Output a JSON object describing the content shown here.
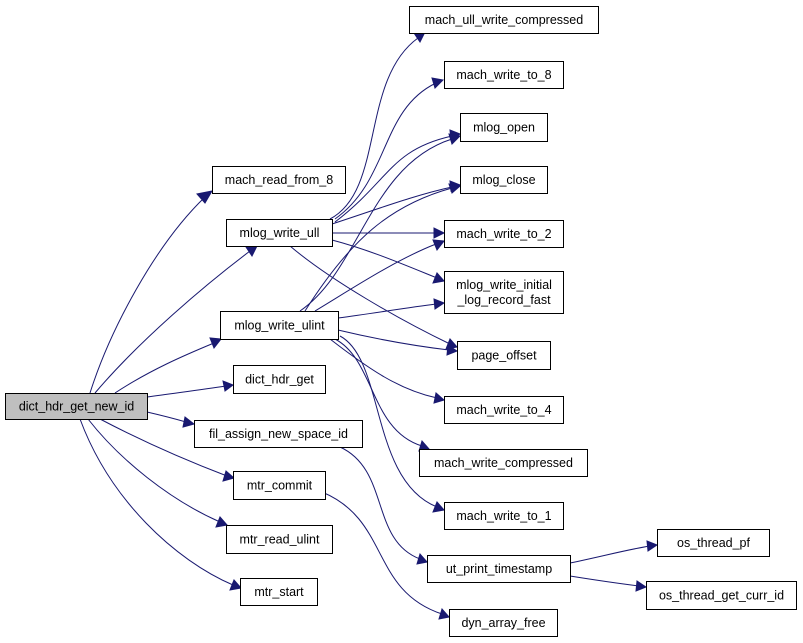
{
  "graph": {
    "colors": {
      "edge": "#191970",
      "root_fill": "#bfbfbf",
      "node_fill": "#ffffff"
    },
    "nodes": {
      "dict_hdr_get_new_id": [
        "dict_hdr_get_new_id"
      ],
      "mach_read_from_8": [
        "mach_read_from_8"
      ],
      "mlog_write_ull": [
        "mlog_write_ull"
      ],
      "mlog_write_ulint": [
        "mlog_write_ulint"
      ],
      "dict_hdr_get": [
        "dict_hdr_get"
      ],
      "fil_assign_new_space_id": [
        "fil_assign_new_space_id"
      ],
      "mtr_commit": [
        "mtr_commit"
      ],
      "mtr_read_ulint": [
        "mtr_read_ulint"
      ],
      "mtr_start": [
        "mtr_start"
      ],
      "mach_ull_write_compressed": [
        "mach_ull_write_compressed"
      ],
      "mach_write_to_8": [
        "mach_write_to_8"
      ],
      "mlog_open": [
        "mlog_open"
      ],
      "mlog_close": [
        "mlog_close"
      ],
      "mach_write_to_2": [
        "mach_write_to_2"
      ],
      "mlog_write_initial_log_record_fast": [
        "mlog_write_initial",
        "_log_record_fast"
      ],
      "page_offset": [
        "page_offset"
      ],
      "mach_write_to_4": [
        "mach_write_to_4"
      ],
      "mach_write_compressed": [
        "mach_write_compressed"
      ],
      "mach_write_to_1": [
        "mach_write_to_1"
      ],
      "ut_print_timestamp": [
        "ut_print_timestamp"
      ],
      "dyn_array_free": [
        "dyn_array_free"
      ],
      "os_thread_pf": [
        "os_thread_pf"
      ],
      "os_thread_get_curr_id": [
        "os_thread_get_curr_id"
      ]
    },
    "edges": [
      [
        "dict_hdr_get_new_id",
        "mach_read_from_8"
      ],
      [
        "dict_hdr_get_new_id",
        "mlog_write_ull"
      ],
      [
        "dict_hdr_get_new_id",
        "mlog_write_ulint"
      ],
      [
        "dict_hdr_get_new_id",
        "dict_hdr_get"
      ],
      [
        "dict_hdr_get_new_id",
        "fil_assign_new_space_id"
      ],
      [
        "dict_hdr_get_new_id",
        "mtr_commit"
      ],
      [
        "dict_hdr_get_new_id",
        "mtr_read_ulint"
      ],
      [
        "dict_hdr_get_new_id",
        "mtr_start"
      ],
      [
        "mlog_write_ull",
        "mach_ull_write_compressed"
      ],
      [
        "mlog_write_ull",
        "mach_write_to_8"
      ],
      [
        "mlog_write_ull",
        "mlog_open"
      ],
      [
        "mlog_write_ull",
        "mlog_close"
      ],
      [
        "mlog_write_ull",
        "mach_write_to_2"
      ],
      [
        "mlog_write_ull",
        "mlog_write_initial_log_record_fast"
      ],
      [
        "mlog_write_ull",
        "page_offset"
      ],
      [
        "mlog_write_ulint",
        "mlog_open"
      ],
      [
        "mlog_write_ulint",
        "mlog_close"
      ],
      [
        "mlog_write_ulint",
        "mach_write_to_2"
      ],
      [
        "mlog_write_ulint",
        "mlog_write_initial_log_record_fast"
      ],
      [
        "mlog_write_ulint",
        "page_offset"
      ],
      [
        "mlog_write_ulint",
        "mach_write_to_4"
      ],
      [
        "mlog_write_ulint",
        "mach_write_compressed"
      ],
      [
        "mlog_write_ulint",
        "mach_write_to_1"
      ],
      [
        "fil_assign_new_space_id",
        "ut_print_timestamp"
      ],
      [
        "mtr_commit",
        "dyn_array_free"
      ],
      [
        "ut_print_timestamp",
        "os_thread_pf"
      ],
      [
        "ut_print_timestamp",
        "os_thread_get_curr_id"
      ]
    ]
  }
}
